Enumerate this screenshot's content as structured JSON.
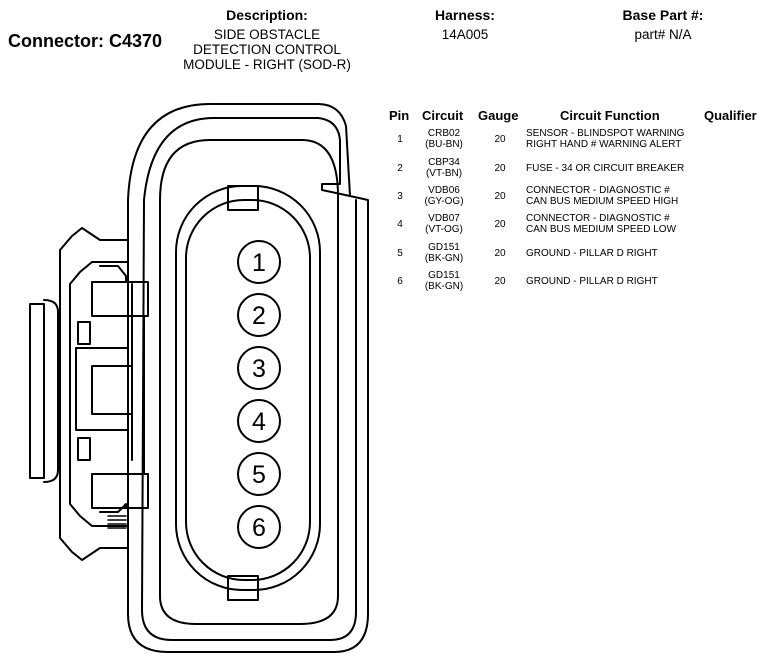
{
  "connector": {
    "title": "Connector: C4370"
  },
  "description": {
    "label": "Description:",
    "lines": [
      "SIDE OBSTACLE",
      "DETECTION CONTROL",
      "MODULE - RIGHT (SOD-R)"
    ]
  },
  "harness": {
    "label": "Harness:",
    "value": "14A005"
  },
  "base_part": {
    "label": "Base Part #:",
    "value": "part# N/A"
  },
  "table": {
    "headers": {
      "pin": "Pin",
      "circuit": "Circuit",
      "gauge": "Gauge",
      "function": "Circuit Function",
      "qualifier": "Qualifier"
    },
    "rows": [
      {
        "pin": "1",
        "circuit": "CRB02",
        "color": "(BU-BN)",
        "gauge": "20",
        "function": [
          "SENSOR - BLINDSPOT WARNING",
          "RIGHT HAND # WARNING ALERT"
        ],
        "qualifier": ""
      },
      {
        "pin": "2",
        "circuit": "CBP34",
        "color": "(VT-BN)",
        "gauge": "20",
        "function": [
          "FUSE - 34 OR CIRCUIT BREAKER"
        ],
        "qualifier": ""
      },
      {
        "pin": "3",
        "circuit": "VDB06",
        "color": "(GY-OG)",
        "gauge": "20",
        "function": [
          "CONNECTOR - DIAGNOSTIC #",
          "CAN BUS MEDIUM SPEED HIGH"
        ],
        "qualifier": ""
      },
      {
        "pin": "4",
        "circuit": "VDB07",
        "color": "(VT-OG)",
        "gauge": "20",
        "function": [
          "CONNECTOR - DIAGNOSTIC #",
          "CAN BUS MEDIUM SPEED LOW"
        ],
        "qualifier": ""
      },
      {
        "pin": "5",
        "circuit": "GD151",
        "color": "(BK-GN)",
        "gauge": "20",
        "function": [
          "GROUND - PILLAR D RIGHT"
        ],
        "qualifier": ""
      },
      {
        "pin": "6",
        "circuit": "GD151",
        "color": "(BK-GN)",
        "gauge": "20",
        "function": [
          "GROUND - PILLAR D RIGHT"
        ],
        "qualifier": ""
      }
    ]
  },
  "diagram": {
    "pin_labels": [
      "1",
      "2",
      "3",
      "4",
      "5",
      "6"
    ],
    "stroke_color": "#000000",
    "fill_color": "#ffffff"
  }
}
